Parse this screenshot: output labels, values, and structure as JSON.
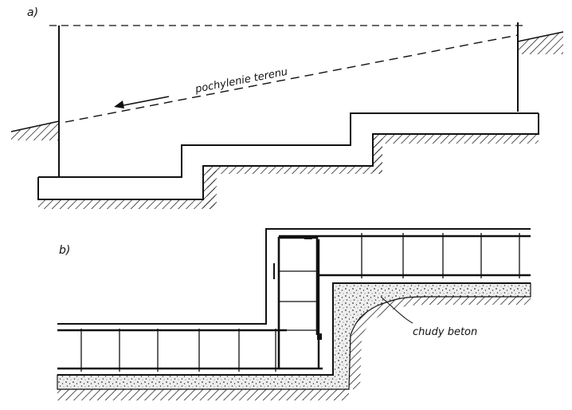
{
  "labels": {
    "panel_a": "a)",
    "panel_b": "b)",
    "slope_note": "pochylenie terenu",
    "lean_concrete": "chudy beton"
  }
}
